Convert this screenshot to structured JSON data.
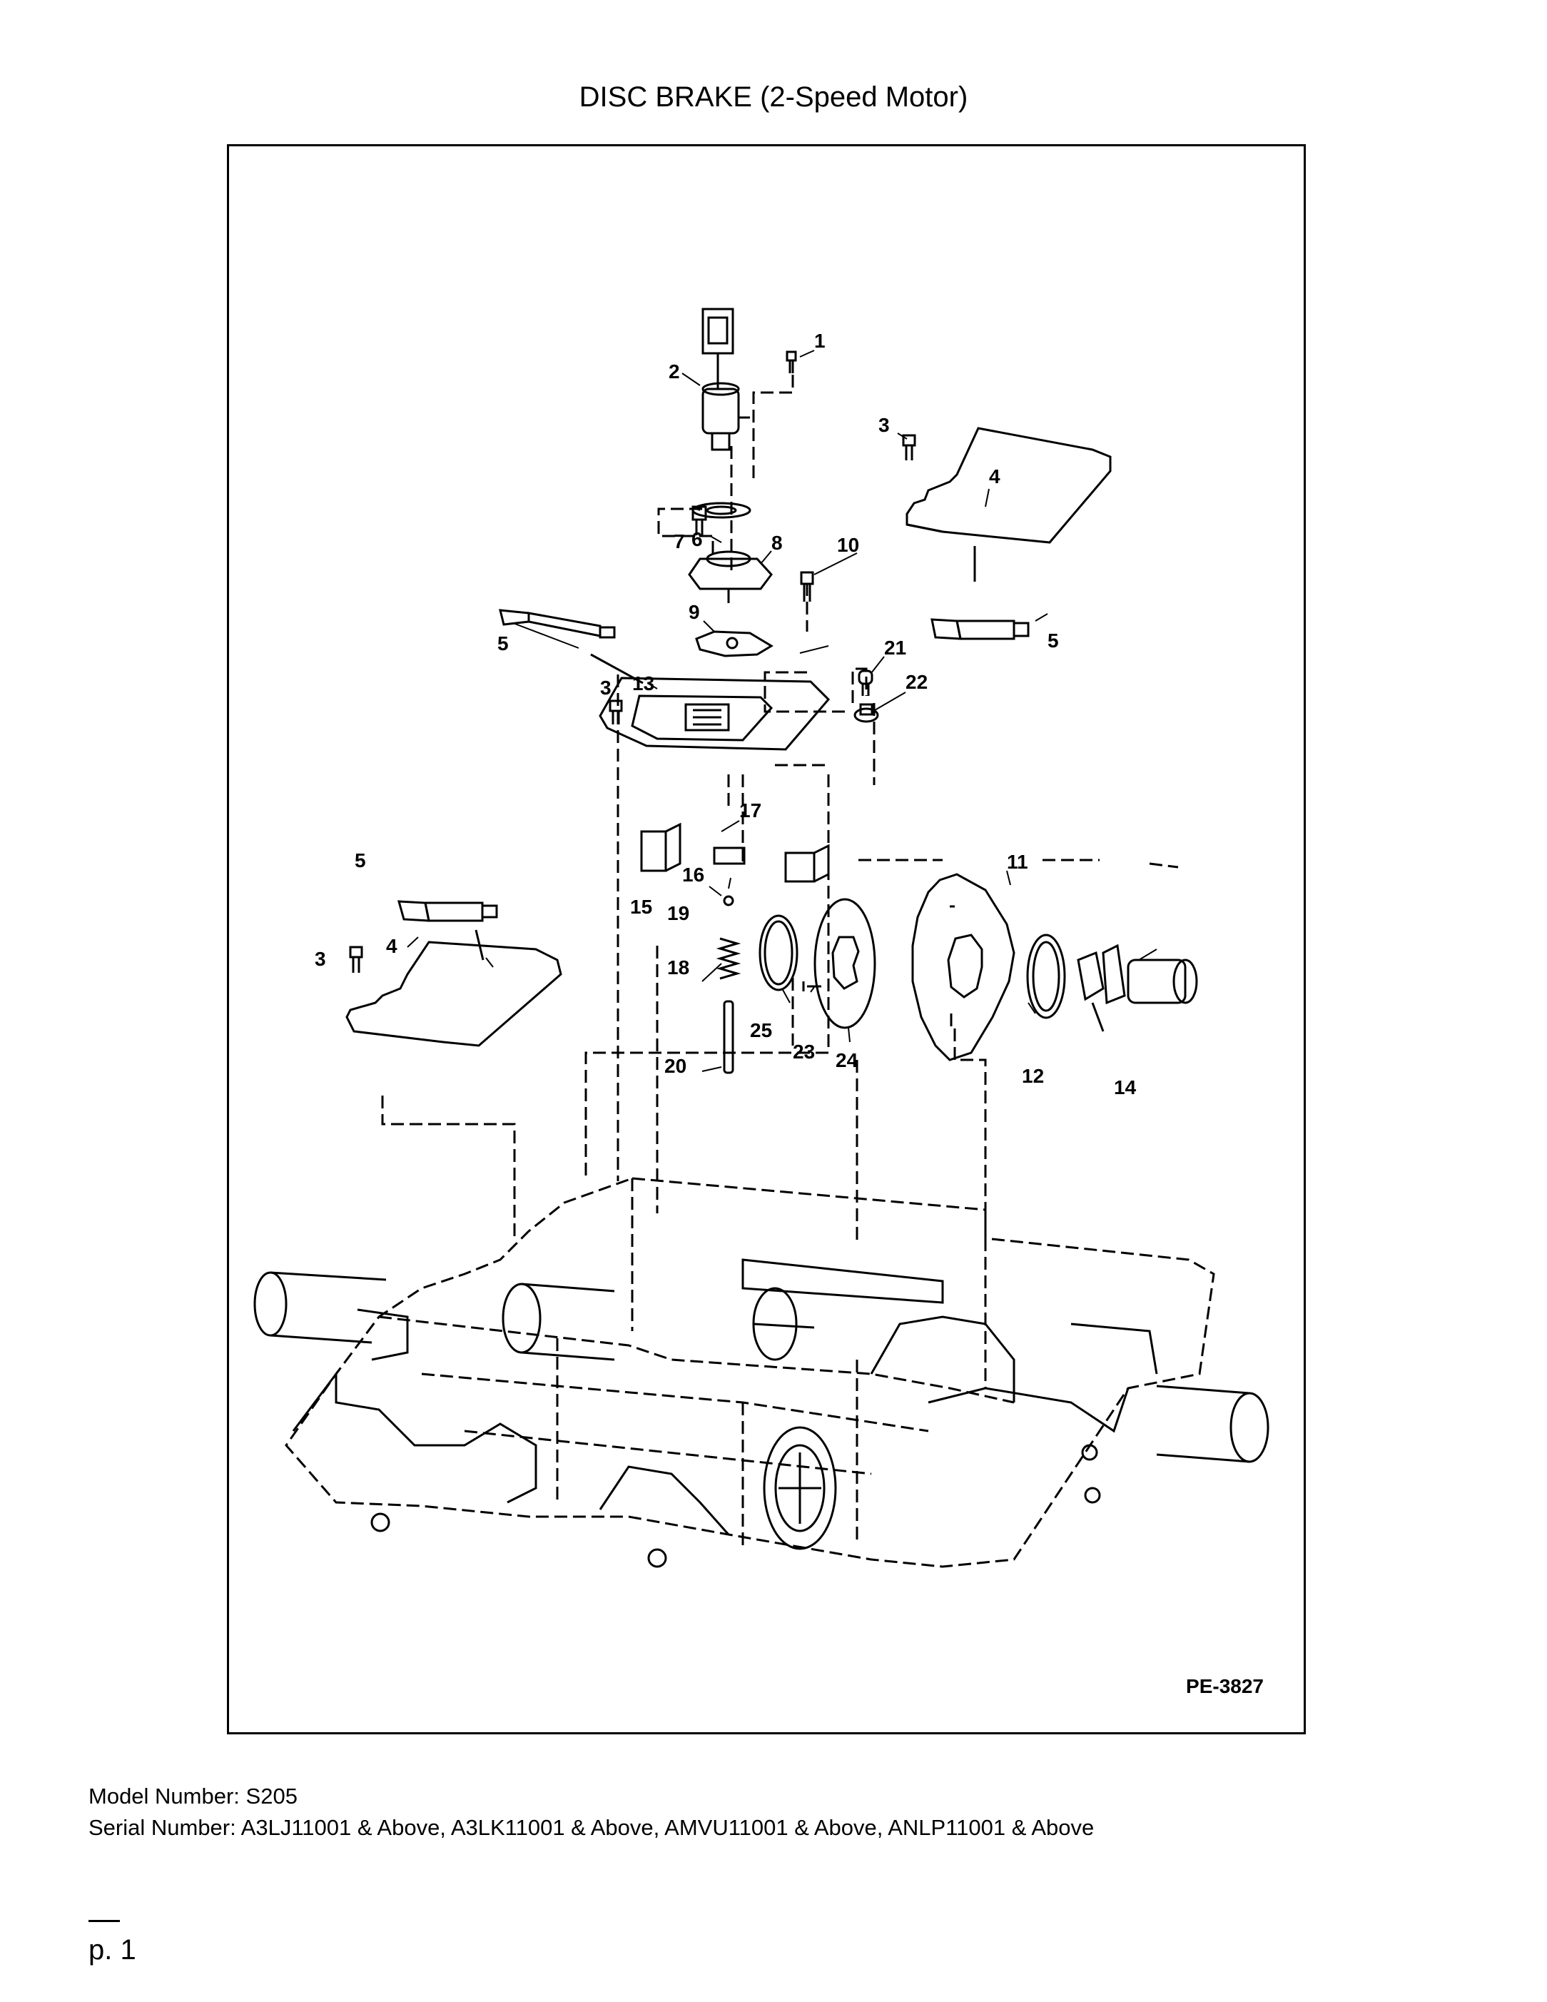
{
  "page": {
    "title": "DISC BRAKE (2-Speed Motor)",
    "drawing_code": "PE-3827",
    "model_label": "Model Number:",
    "model_value": "S205",
    "serial_label": "Serial Number:",
    "serial_value": "A3LJ11001 & Above, A3LK11001 & Above, AMVU11001 & Above, ANLP11001 & Above",
    "page_number": "p. 1"
  },
  "callouts": [
    "1",
    "2",
    "3",
    "4",
    "5",
    "6",
    "7",
    "8",
    "9",
    "10",
    "11",
    "12",
    "13",
    "14",
    "15",
    "16",
    "17",
    "18",
    "19",
    "20",
    "21",
    "22",
    "23",
    "24",
    "25"
  ],
  "parts": [
    "bolt",
    "solenoid",
    "bolt",
    "cover-plate",
    "sealant-tube",
    "o-ring",
    "bolt",
    "valve-block",
    "gasket",
    "bolt",
    "brake-disc",
    "retaining-ring",
    "brake-housing-plate",
    "drive-sprocket-motor",
    "bracket",
    "spacer-block",
    "bracket",
    "spring",
    "ball",
    "pin",
    "plug",
    "fitting",
    "screw",
    "friction-disc",
    "retaining-ring"
  ],
  "colors": {
    "ink": "#000000",
    "paper": "#ffffff"
  }
}
